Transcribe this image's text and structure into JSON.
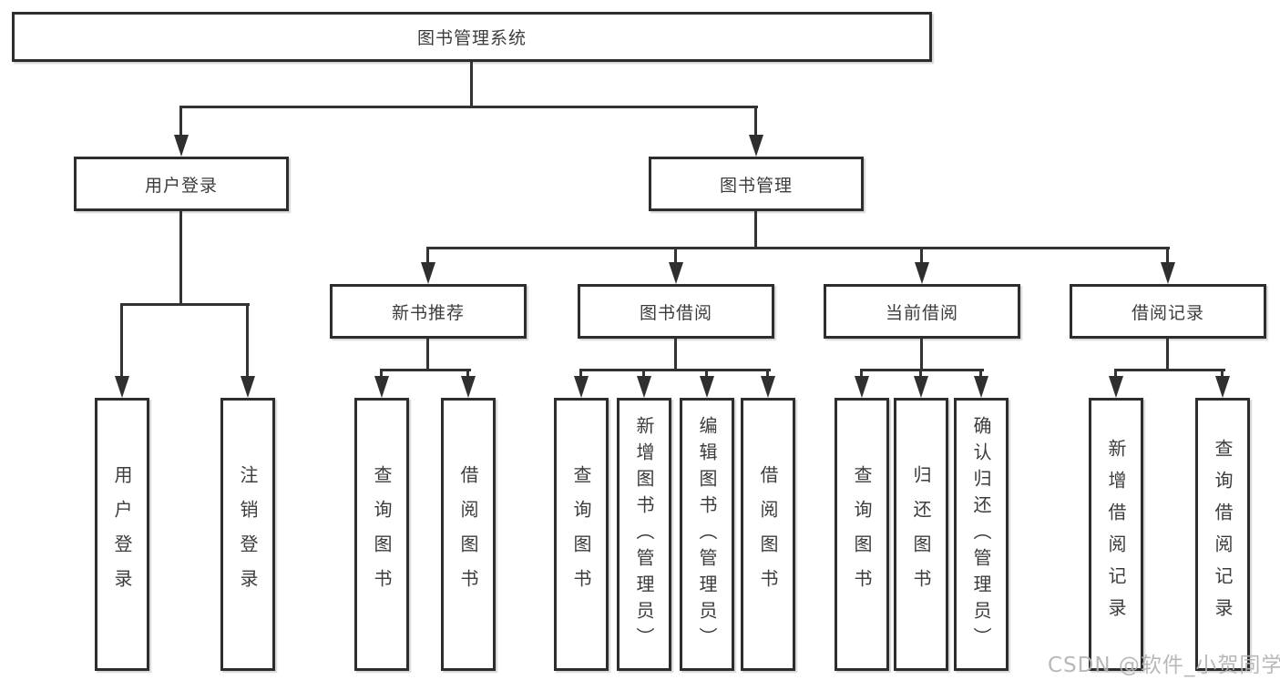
{
  "diagram": {
    "title": "图书管理系统",
    "colors": {
      "line": "#333333",
      "border": "#2d2d2d",
      "text": "#3c3c3c",
      "watermark": "#b2b2b2"
    },
    "root": {
      "label": "图书管理系统"
    },
    "level2": [
      {
        "label": "用户登录"
      },
      {
        "label": "图书管理"
      }
    ],
    "level3": [
      {
        "label": "新书推荐"
      },
      {
        "label": "图书借阅"
      },
      {
        "label": "当前借阅"
      },
      {
        "label": "借阅记录"
      }
    ],
    "leaves": {
      "user_login": [
        {
          "label": "用户登录"
        },
        {
          "label": "注销登录"
        }
      ],
      "new_rec": [
        {
          "label": "查询图书"
        },
        {
          "label": "借阅图书"
        }
      ],
      "borrow": [
        {
          "label": "查询图书"
        },
        {
          "label": "新增图书（管理员）"
        },
        {
          "label": "编辑图书（管理员）"
        },
        {
          "label": "借阅图书"
        }
      ],
      "current": [
        {
          "label": "查询图书"
        },
        {
          "label": "归还图书"
        },
        {
          "label": "确认归还（管理员）"
        }
      ],
      "records": [
        {
          "label": "新增借阅记录"
        },
        {
          "label": "查询借阅记录"
        }
      ]
    },
    "watermark": "CSDN @软件_小贺同学"
  }
}
